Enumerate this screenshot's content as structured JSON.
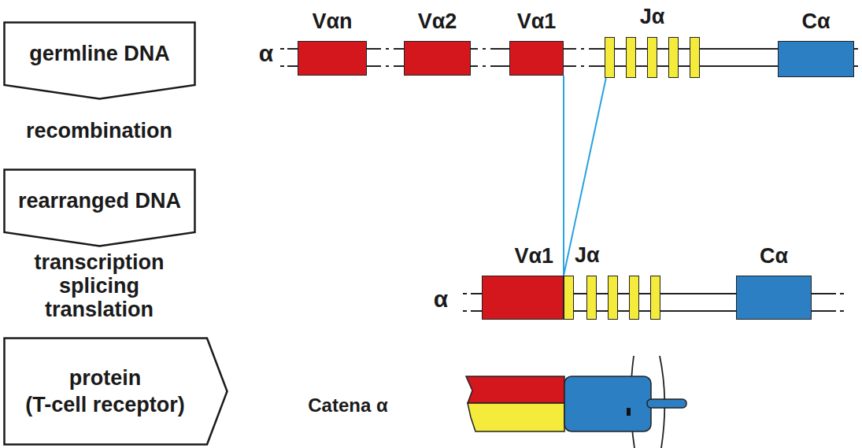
{
  "diagram": {
    "nodes": [
      {
        "text": [
          "germline DNA"
        ]
      },
      {
        "text": [
          "Vαn"
        ]
      },
      {
        "text": [
          "Vα2"
        ]
      },
      {
        "text": [
          "Vα1"
        ]
      },
      {
        "text": [
          "Jα"
        ]
      },
      {
        "text": [
          "Cα"
        ]
      },
      {
        "text": [
          "rearranged DNA"
        ]
      },
      {
        "text": [
          "Vα1"
        ]
      },
      {
        "text": [
          "Jα"
        ]
      },
      {
        "text": [
          "Cα"
        ]
      },
      {
        "text": [
          "protein",
          "(T-cell receptor)"
        ]
      }
    ],
    "edges": [
      {
        "from": 3,
        "to": 7,
        "arrow": "none"
      },
      {
        "from": 4,
        "to": 8,
        "arrow": "none"
      }
    ],
    "labels": [
      "α",
      "recombination",
      "α",
      "transcription splicing translation",
      "Catena α"
    ]
  }
}
